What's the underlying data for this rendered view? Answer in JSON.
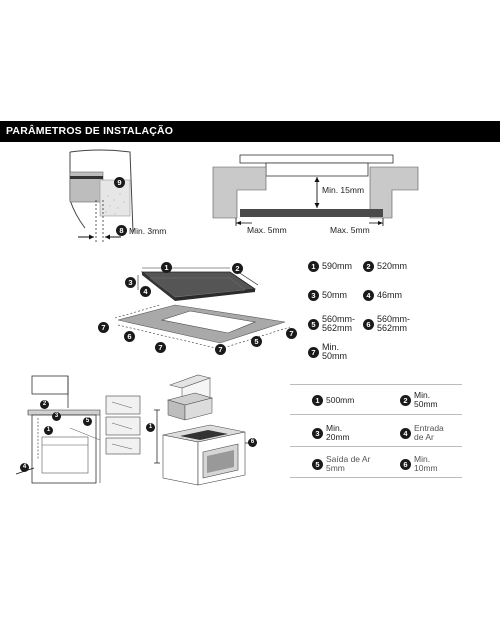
{
  "header": {
    "title": "PARÂMETROS DE INSTALAÇÃO"
  },
  "edge_detail": {
    "badge_9": "9",
    "badge_8": "8",
    "label": "Min. 3mm"
  },
  "cross_section": {
    "height_label": "Min. 15mm",
    "left_label": "Max. 5mm",
    "right_label": "Max. 5mm"
  },
  "hob_diagram": {
    "badges": [
      "1",
      "2",
      "3",
      "4",
      "5",
      "6",
      "7"
    ]
  },
  "specs_top": [
    {
      "num": "1",
      "line1": "590mm",
      "line2": ""
    },
    {
      "num": "2",
      "line1": "520mm",
      "line2": ""
    },
    {
      "num": "3",
      "line1": "50mm",
      "line2": ""
    },
    {
      "num": "4",
      "line1": "46mm",
      "line2": ""
    },
    {
      "num": "5",
      "line1": "560mm-",
      "line2": "562mm"
    },
    {
      "num": "6",
      "line1": "560mm-",
      "line2": "562mm"
    },
    {
      "num": "7",
      "line1": "Min.",
      "line2": "50mm"
    }
  ],
  "specs_bottom": [
    {
      "num": "1",
      "line1": "500mm",
      "line2": ""
    },
    {
      "num": "2",
      "line1": "Min.",
      "line2": "50mm"
    },
    {
      "num": "3",
      "line1": "Min.",
      "line2": "20mm"
    },
    {
      "num": "4",
      "line1": "Entrada",
      "line2": "de Ar"
    },
    {
      "num": "5",
      "line1": "Saída de Ar",
      "line2": "5mm"
    },
    {
      "num": "6",
      "line1": "Min.",
      "line2": "10mm"
    }
  ],
  "cabinet_diagram": {
    "badges": [
      "1",
      "2",
      "3",
      "4",
      "5",
      "6"
    ]
  }
}
